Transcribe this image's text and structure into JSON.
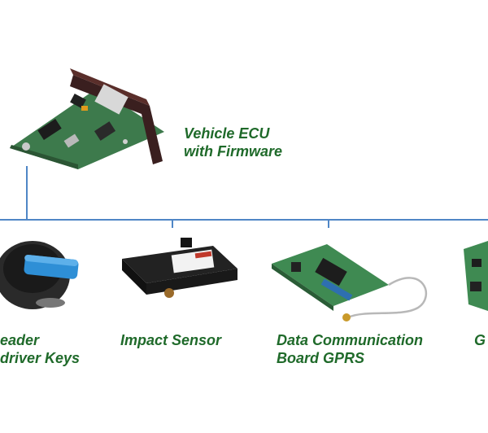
{
  "colors": {
    "label": "#1f6a2a",
    "connector_line": "#4f86c6"
  },
  "nodes": {
    "ecu": {
      "line1": "Vehicle ECU",
      "line2": "with Firmware"
    },
    "reader": {
      "line1": "eader",
      "line2": "driver Keys"
    },
    "impact": {
      "line1": "Impact Sensor"
    },
    "gprs": {
      "line1": "Data Communication",
      "line2": "Board GPRS"
    },
    "partial": {
      "line1": "G"
    }
  }
}
